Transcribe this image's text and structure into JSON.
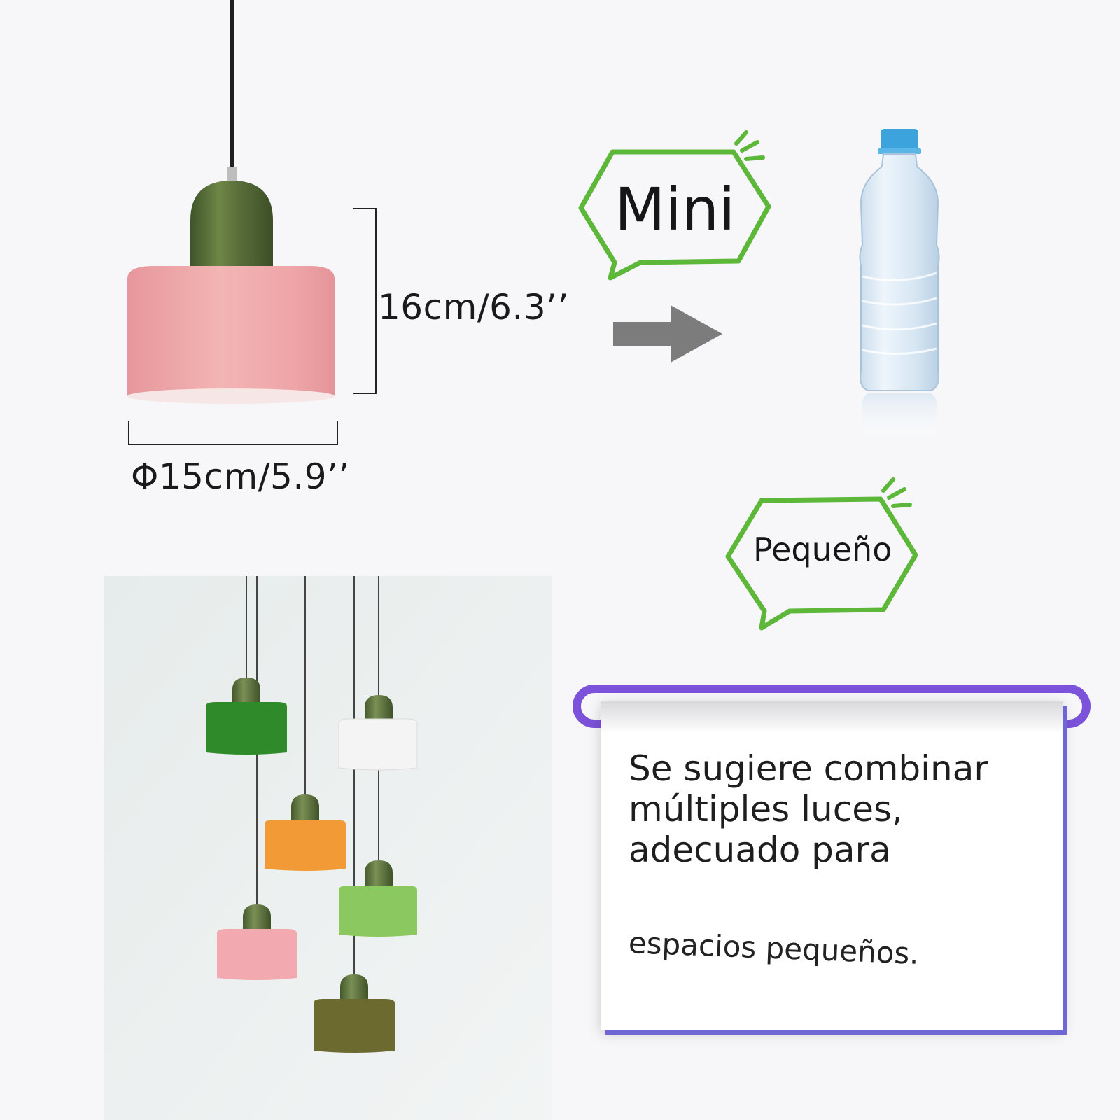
{
  "dimensions": {
    "height_label": "16cm/6.3’’",
    "diameter_label": "Φ15cm/5.9’’"
  },
  "badges": {
    "mini_label": "Mini",
    "pequeno_label": "Pequeño",
    "badge_color": "#5db83a"
  },
  "note": {
    "line1": "Se sugiere combinar",
    "line2": "múltiples luces,",
    "line3": "adecuado para",
    "line4": "espacios pequeños.",
    "clip_color": "#7b52d9"
  },
  "lamp_colors": {
    "cap": "#596e3d",
    "main_shade": "#f0a8a8",
    "green": "#2f8a2a",
    "white": "#f4f4f4",
    "orange": "#f29a35",
    "lime": "#8cc860",
    "pink": "#f2aab0",
    "olive": "#6c6a2e"
  },
  "icons": {
    "arrow": "right-arrow-icon",
    "bottle": "water-bottle-icon"
  }
}
